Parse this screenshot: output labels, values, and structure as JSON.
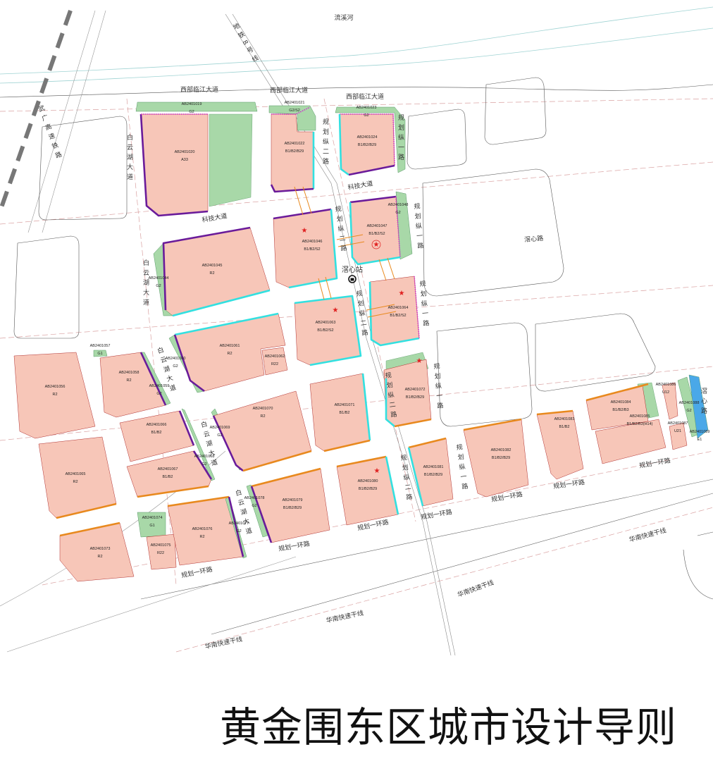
{
  "title": "黄金围东区城市设计导则",
  "colors": {
    "commercial_fill": "#f7c6b8",
    "green_fill": "#a8d8a8",
    "water_fill": "#4aa8e8",
    "edge_purple": "#6a1b9a",
    "edge_cyan": "#33e0e0",
    "edge_orange": "#e8891e",
    "edge_magenta_dotted": "#d02ed0",
    "road_centerline": "#d9a0a0",
    "star": "#e02020"
  },
  "station": {
    "name": "滘心站",
    "icon": "metro-station-icon"
  },
  "parcels": [
    {
      "id": "AB2401019",
      "use": "G2"
    },
    {
      "id": "AB2401020",
      "use": "A33"
    },
    {
      "id": "AB2401021",
      "use": "G2/S2"
    },
    {
      "id": "AB2401022",
      "use": "B1/B2/B29"
    },
    {
      "id": "AB2401023",
      "use": "G2"
    },
    {
      "id": "AB2401024",
      "use": "B1/B2/B29"
    },
    {
      "id": "AB2401046",
      "use": "B1/B2/S2"
    },
    {
      "id": "AB2401047",
      "use": "B1/B2/S2"
    },
    {
      "id": "AB2401048",
      "use": "G2"
    },
    {
      "id": "AB2401045",
      "use": "R2"
    },
    {
      "id": "AB2401044",
      "use": "G2"
    },
    {
      "id": "AB2401063",
      "use": "B1/B2/S2"
    },
    {
      "id": "AB2401064",
      "use": "B1/B2/S2"
    },
    {
      "id": "AB2401061",
      "use": "R2"
    },
    {
      "id": "AB2401062",
      "use": "R22"
    },
    {
      "id": "AB2401060",
      "use": "G2"
    },
    {
      "id": "AB2401057",
      "use": "G1"
    },
    {
      "id": "AB2401058",
      "use": "R2"
    },
    {
      "id": "AB2401059",
      "use": "G2"
    },
    {
      "id": "AB2401056",
      "use": "R2"
    },
    {
      "id": "AB2401066",
      "use": "B1/B2"
    },
    {
      "id": "AB2401067",
      "use": "B1/B2"
    },
    {
      "id": "AB2401068",
      "use": "G2"
    },
    {
      "id": "AB2401069",
      "use": "G2"
    },
    {
      "id": "AB2401070",
      "use": "R2"
    },
    {
      "id": "AB2401065",
      "use": "R2"
    },
    {
      "id": "AB2401071",
      "use": "B1/B2"
    },
    {
      "id": "AB2401072",
      "use": "B1/B2/B29"
    },
    {
      "id": "AB2401073",
      "use": "R2"
    },
    {
      "id": "AB2401074",
      "use": "G1"
    },
    {
      "id": "AB2401075",
      "use": "R22"
    },
    {
      "id": "AB2401076",
      "use": "R2"
    },
    {
      "id": "AB2401077",
      "use": "G2"
    },
    {
      "id": "AB2401078",
      "use": "G2"
    },
    {
      "id": "AB2401079",
      "use": "B1/B2/B29"
    },
    {
      "id": "AB2401080",
      "use": "B1/B2/B29"
    },
    {
      "id": "AB2401081",
      "use": "B1/B2/B29"
    },
    {
      "id": "AB2401082",
      "use": "B1/B2/B29"
    },
    {
      "id": "AB2401083",
      "use": "B1/B2"
    },
    {
      "id": "AB2401084",
      "use": "B1/B2/B3"
    },
    {
      "id": "AB2401085",
      "use": "B1/B2/B3(H14)"
    },
    {
      "id": "AB2401086",
      "use": "U12"
    },
    {
      "id": "AB2401087",
      "use": "U21"
    },
    {
      "id": "AB2401088",
      "use": "G2"
    },
    {
      "id": "AB2401089",
      "use": "E1"
    }
  ],
  "labels": [
    {
      "text": "流溪河",
      "orient": "h"
    },
    {
      "text": "地铁8号线",
      "orient": "v"
    },
    {
      "text": "武广高速铁路",
      "orient": "v"
    },
    {
      "text": "西部临江大道",
      "orient": "h"
    },
    {
      "text": "西部临江大道",
      "orient": "h"
    },
    {
      "text": "西部临江大道",
      "orient": "h"
    },
    {
      "text": "白云湖大道",
      "orient": "v"
    },
    {
      "text": "白云湖大道",
      "orient": "v"
    },
    {
      "text": "白云湖大道",
      "orient": "v"
    },
    {
      "text": "白云湖大道",
      "orient": "v"
    },
    {
      "text": "白云湖大道",
      "orient": "v"
    },
    {
      "text": "规划纵二路",
      "orient": "v"
    },
    {
      "text": "规划纵二路",
      "orient": "v"
    },
    {
      "text": "规划纵二路",
      "orient": "v"
    },
    {
      "text": "规划纵二路",
      "orient": "v"
    },
    {
      "text": "规划纵二路",
      "orient": "v"
    },
    {
      "text": "规划纵一路",
      "orient": "v"
    },
    {
      "text": "规划纵一路",
      "orient": "v"
    },
    {
      "text": "规划纵一路",
      "orient": "v"
    },
    {
      "text": "规划纵一路",
      "orient": "v"
    },
    {
      "text": "规划纵一路",
      "orient": "v"
    },
    {
      "text": "科技大道",
      "orient": "h"
    },
    {
      "text": "科技大道",
      "orient": "h"
    },
    {
      "text": "滘心路",
      "orient": "h"
    },
    {
      "text": "滘心路",
      "orient": "v"
    },
    {
      "text": "规划一环路",
      "orient": "h"
    },
    {
      "text": "规划一环路",
      "orient": "h"
    },
    {
      "text": "规划一环路",
      "orient": "h"
    },
    {
      "text": "规划一环路",
      "orient": "h"
    },
    {
      "text": "规划一环路",
      "orient": "h"
    },
    {
      "text": "规划一环路",
      "orient": "h"
    },
    {
      "text": "规划一环路",
      "orient": "h"
    },
    {
      "text": "华南快速干线",
      "orient": "h"
    },
    {
      "text": "华南快速干线",
      "orient": "h"
    },
    {
      "text": "华南快速干线",
      "orient": "h"
    },
    {
      "text": "华南快速干线",
      "orient": "h"
    }
  ]
}
